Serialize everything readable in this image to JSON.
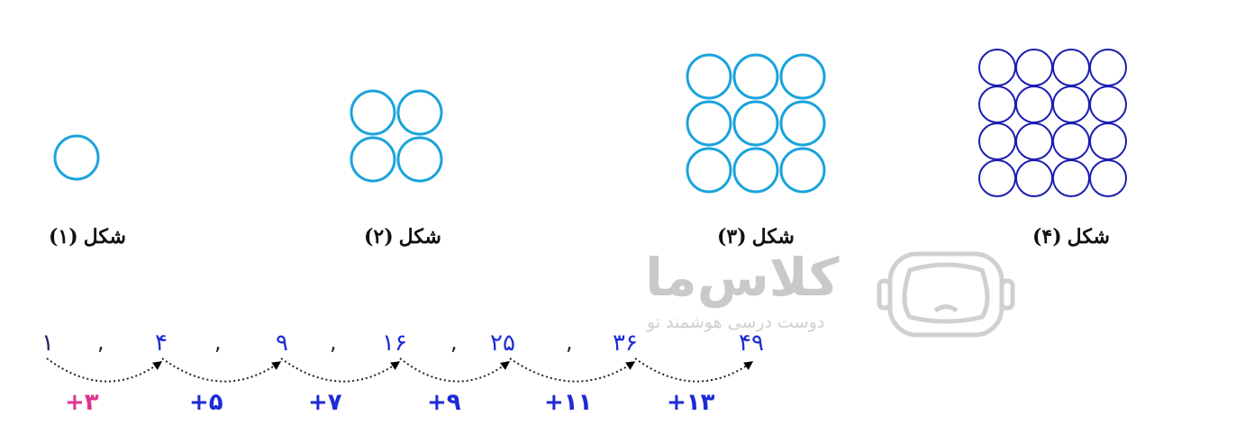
{
  "colors": {
    "circle_light": "#1aa3db",
    "circle_dark": "#1c1fb0",
    "number": "#1e2bd6",
    "first_increment": "#e0338f",
    "watermark": "#c9c9c9"
  },
  "figures": [
    {
      "label_word": "شکل",
      "label_num": "(۱)",
      "grid": 1,
      "color": "circle_light"
    },
    {
      "label_word": "شکل",
      "label_num": "(۲)",
      "grid": 2,
      "color": "circle_light"
    },
    {
      "label_word": "شکل",
      "label_num": "(۳)",
      "grid": 3,
      "color": "circle_light"
    },
    {
      "label_word": "شکل",
      "label_num": "(۴)",
      "grid": 4,
      "color": "circle_dark"
    }
  ],
  "sequence": {
    "numbers": [
      "۱",
      "۴",
      "۹",
      "۱۶",
      "۲۵",
      "۳۶",
      "۴۹"
    ],
    "separator": ",",
    "increments": [
      "+۳",
      "+۵",
      "+۷",
      "+۹",
      "+۱۱",
      "+۱۳"
    ]
  },
  "watermark": {
    "name": "کلاس‌ما",
    "tagline": "دوست درسی هوشمند تو",
    "icon": "vr-headset-icon"
  }
}
